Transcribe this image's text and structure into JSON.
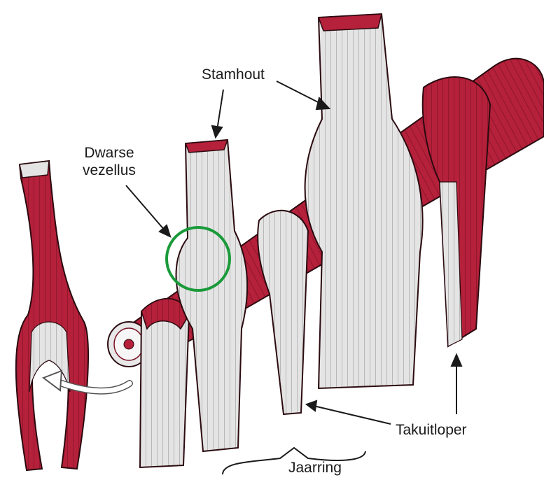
{
  "labels": {
    "stamhout": "Stamhout",
    "dwarse_line1": "Dwarse",
    "dwarse_line2": "vezellus",
    "takuitloper": "Takuitloper",
    "jaarring": "Jaarring"
  },
  "colors": {
    "branch_red": "#b5203a",
    "branch_dark": "#7a1226",
    "trunk_grey": "#d9d9d9",
    "trunk_light": "#f2f2f2",
    "highlight_circle": "#1a9a3a",
    "ink": "#1a1a1a"
  }
}
